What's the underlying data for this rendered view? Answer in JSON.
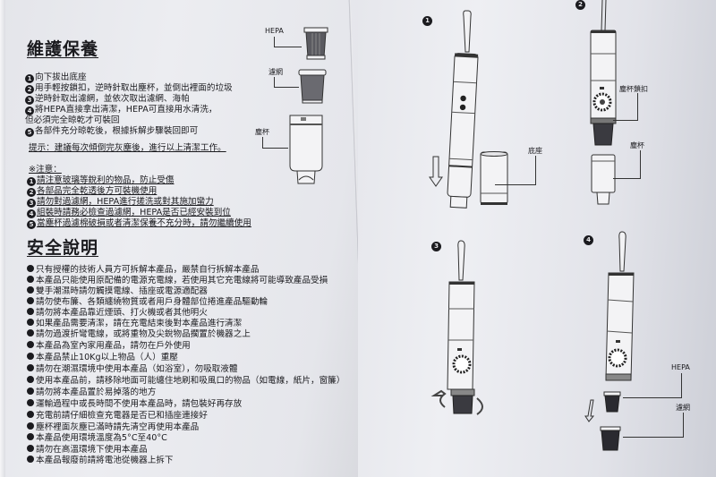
{
  "left_page": {
    "maintenance": {
      "title": "維護保養",
      "steps": [
        {
          "n": "1",
          "text": "向下拔出底座"
        },
        {
          "n": "2",
          "text": "用手輕按鎖扣，逆時針取出塵杯，並倒出裡面的垃圾"
        },
        {
          "n": "3",
          "text": "逆時針取出濾網，並依次取出濾網、海帕"
        },
        {
          "n": "4",
          "text": "將HEPA直接拿出清潔，HEPA可直接用水清洗，"
        },
        {
          "n": "",
          "text": "但必須完全晾乾才可裝回"
        },
        {
          "n": "5",
          "text": "各部件充分晾乾後，根據拆解步驟裝回即可"
        }
      ],
      "tip": "提示：建議每次傾倒完灰塵後，進行以上清潔工作。",
      "notes_title": "※注意：",
      "notes": [
        {
          "n": "1",
          "text": "請注意玻璃等銳利的物品，防止受傷"
        },
        {
          "n": "2",
          "text": "各部品完全乾透後方可裝機使用"
        },
        {
          "n": "3",
          "text": "請勿對過濾網，HEPA進行搓洗或對其施加蠻力"
        },
        {
          "n": "4",
          "text": "組裝時請務必檢查過濾網，HEPA是否已經安裝到位"
        },
        {
          "n": "5",
          "text": "當塵杯過濾棉破損或者清潔保養不充分時，請勿繼續使用"
        }
      ],
      "parts_diagram": {
        "labels": {
          "hepa": "HEPA",
          "filter": "濾網",
          "dust_cup": "塵杯"
        }
      }
    },
    "safety": {
      "title": "安全說明",
      "items": [
        "只有授權的技術人員方可拆解本產品，嚴禁自行拆解本產品",
        "本產品只能使用原配備的電源充電線，若使用其它充電線將可能導致產品受損",
        "雙手潮濕時請勿觸摸電線、插座或電源適配器",
        "請勿使布簾、各類纏繞物質或者用戶身體部位捲進產品驅動輪",
        "請勿將本產品靠近煙頭、打火機或者其他明火",
        "如果產品需要清潔，請在充電結束後對本產品進行清潔",
        "請勿過渡折彎電線，或將重物及尖銳物品擱置於機器之上",
        "本產品為室內家用產品，請勿在戶外使用",
        "本產品禁止10Kg以上物品（人）重壓",
        "請勿在潮濕環境中使用本產品（如浴室），勿吸取液體",
        "使用本產品前，請移除地面可能纏住地刷和吸風口的物品（如電線，紙片，窗簾）",
        "請勿將本產品置於易掉落的地方",
        "運輸過程中或長時間不使用本產品時，請包裝好再存放",
        "充電前請仔細檢查充電器是否已和插座連接好",
        "塵杯裡面灰塵已滿時請先清空再使用本產品",
        "本產品使用環境溫度為5°C至40°C",
        "請勿在高溫環境下使用本產品",
        "本產品報廢前請將電池從機器上拆下"
      ]
    }
  },
  "right_page": {
    "steps": [
      {
        "n": "1",
        "labels": {
          "base": "底座"
        }
      },
      {
        "n": "2",
        "labels": {
          "lock": "塵杯鎖扣",
          "dust_cup": "塵杯"
        }
      },
      {
        "n": "3",
        "labels": {}
      },
      {
        "n": "4",
        "labels": {
          "hepa": "HEPA",
          "filter": "濾網"
        }
      }
    ]
  },
  "colors": {
    "paper": "#e9eaee",
    "ink": "#1b1b1f",
    "shadow": "#cdcfd7"
  }
}
